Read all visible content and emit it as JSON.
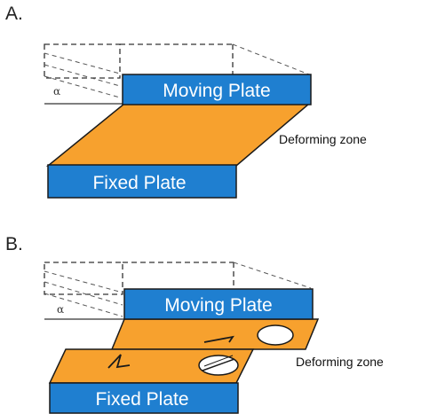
{
  "colors": {
    "plate": "#1f7fd0",
    "deforming_zone": "#f7a12e",
    "outline": "#1a1a1a"
  },
  "panel_a": {
    "letter": "A.",
    "moving_plate": "Moving Plate",
    "fixed_plate": "Fixed Plate",
    "zone_label": "Deforming zone",
    "angle": "α"
  },
  "panel_b": {
    "letter": "B.",
    "moving_plate": "Moving Plate",
    "fixed_plate": "Fixed Plate",
    "zone_label": "Deforming zone",
    "angle": "α"
  }
}
